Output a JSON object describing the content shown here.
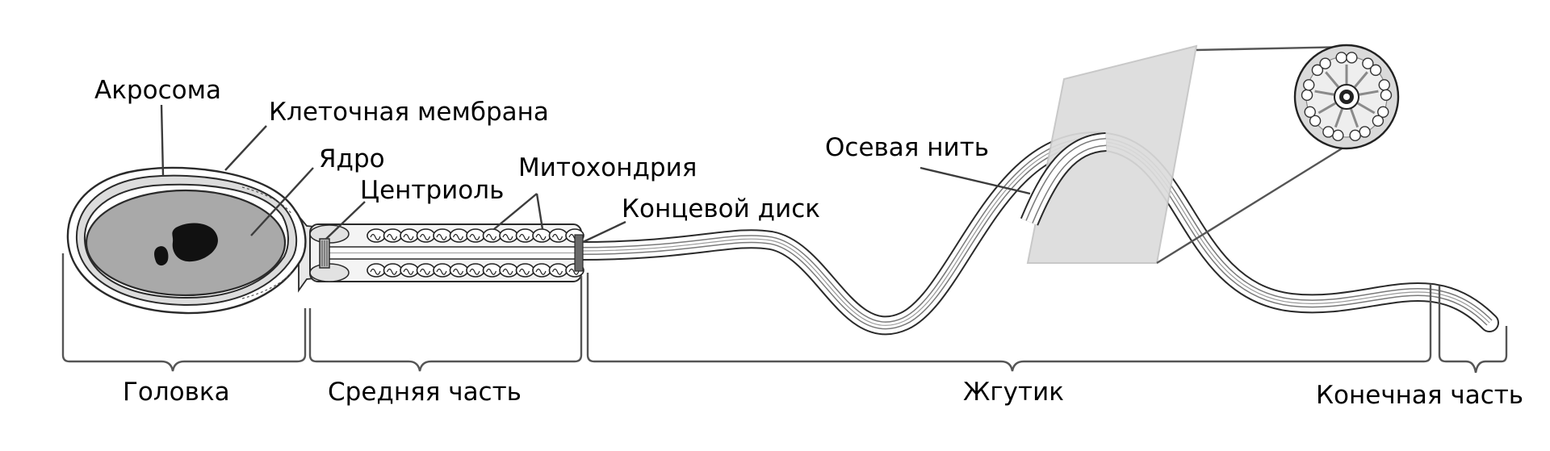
{
  "labels": {
    "acrosome": "Акросома",
    "cell_membrane": "Клеточная мембрана",
    "nucleus": "Ядро",
    "centriole": "Центриоль",
    "mitochondria": "Митохондрия",
    "end_disc": "Концевой диск",
    "axial_filament": "Осевая нить",
    "head": "Головка",
    "midpiece": "Средняя часть",
    "flagellum": "Жгутик",
    "end_piece": "Конечная часть"
  },
  "colors": {
    "nucleus_fill": "#a9a9a9",
    "nucleolus_fill": "#111111",
    "outline": "#2a2a2a",
    "cross_section_plane": "#dcdcdc",
    "leader_line": "#3c3c3c"
  }
}
